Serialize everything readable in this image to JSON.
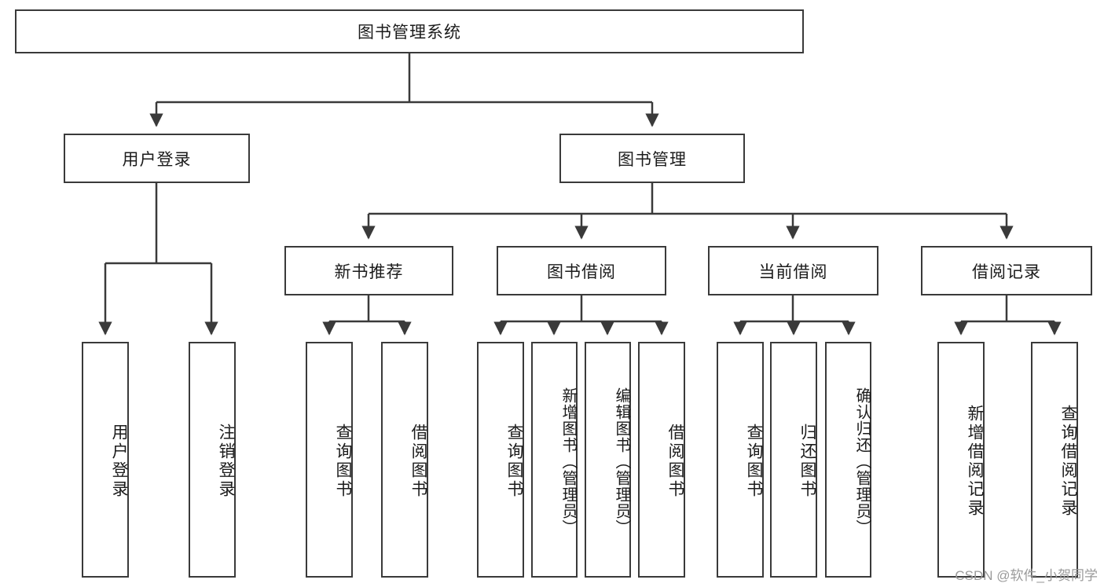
{
  "diagram": {
    "title": "图书管理系统",
    "watermark": "CSDN @软件_小贺同学",
    "line_color": "#3a3a3a",
    "text_color": "#1b1b1b",
    "background": "#ffffff",
    "nodes": {
      "root": "图书管理系统",
      "user_login": "用户登录",
      "book_manage": "图书管理",
      "new_book_rec": "新书推荐",
      "book_borrow": "图书借阅",
      "current_borrow": "当前借阅",
      "borrow_record": "借阅记录",
      "leaf_user_login": "用户登录",
      "leaf_logout": "注销登录",
      "leaf_query_book_1": "查询图书",
      "leaf_borrow_book_1": "借阅图书",
      "leaf_query_book_2": "查询图书",
      "leaf_add_book": "新增图书（管理员）",
      "leaf_edit_book": "编辑图书（管理员）",
      "leaf_borrow_book_2": "借阅图书",
      "leaf_query_book_3": "查询图书",
      "leaf_return_book": "归还图书",
      "leaf_confirm_return": "确认归还（管理员）",
      "leaf_add_record": "新增借阅记录",
      "leaf_query_record": "查询借阅记录"
    }
  },
  "chart_data": {
    "type": "diagram",
    "subtype": "tree-hierarchy",
    "title": "图书管理系统",
    "levels": 4,
    "tree": {
      "label": "图书管理系统",
      "children": [
        {
          "label": "用户登录",
          "children": [
            {
              "label": "用户登录"
            },
            {
              "label": "注销登录"
            }
          ]
        },
        {
          "label": "图书管理",
          "children": [
            {
              "label": "新书推荐",
              "children": [
                {
                  "label": "查询图书"
                },
                {
                  "label": "借阅图书"
                }
              ]
            },
            {
              "label": "图书借阅",
              "children": [
                {
                  "label": "查询图书"
                },
                {
                  "label": "新增图书（管理员）"
                },
                {
                  "label": "编辑图书（管理员）"
                },
                {
                  "label": "借阅图书"
                }
              ]
            },
            {
              "label": "当前借阅",
              "children": [
                {
                  "label": "查询图书"
                },
                {
                  "label": "归还图书"
                },
                {
                  "label": "确认归还（管理员）"
                }
              ]
            },
            {
              "label": "借阅记录",
              "children": [
                {
                  "label": "新增借阅记录"
                },
                {
                  "label": "查询借阅记录"
                }
              ]
            }
          ]
        }
      ]
    }
  }
}
